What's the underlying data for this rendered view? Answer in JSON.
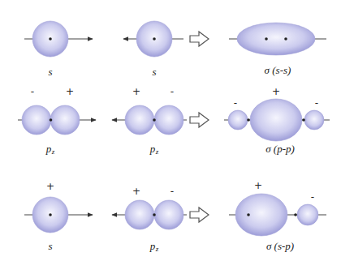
{
  "diagram": {
    "labels": [
      "s",
      "s",
      "σ (s-s)",
      "-",
      "+",
      "+",
      "-",
      "-",
      "+",
      "-",
      "p",
      "z",
      "p",
      "z",
      "σ (p-p)",
      "+",
      "+",
      "-",
      "+",
      "-",
      "s",
      "p",
      "z",
      "σ (s-p)"
    ]
  }
}
